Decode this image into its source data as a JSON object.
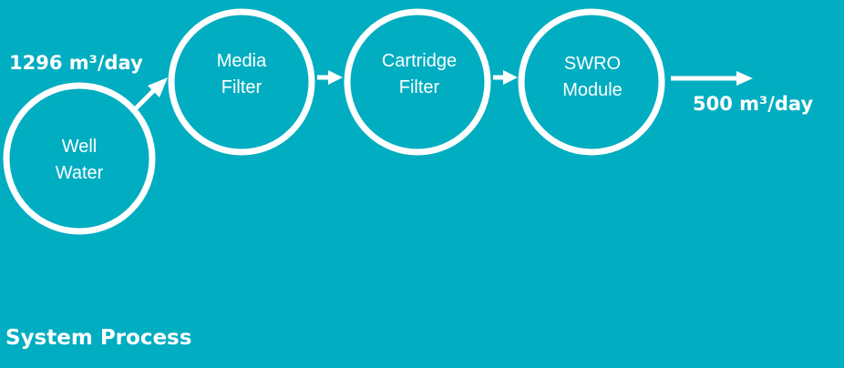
{
  "diagram": {
    "nodes": [
      {
        "id": "well-water",
        "line1": "Well",
        "line2": "Water"
      },
      {
        "id": "media-filter",
        "line1": "Media",
        "line2": "Filter"
      },
      {
        "id": "cartridge-filter",
        "line1": "Cartridge",
        "line2": "Filter"
      },
      {
        "id": "swro-module",
        "line1": "SWRO",
        "line2": "Module"
      }
    ],
    "inflow_label": "1296 m³/day",
    "outflow_label": "500 m³/day"
  },
  "footer": {
    "title": "System Process"
  },
  "colors": {
    "background": "#00adc1",
    "stroke": "#ffffff",
    "text": "#ffffff"
  }
}
